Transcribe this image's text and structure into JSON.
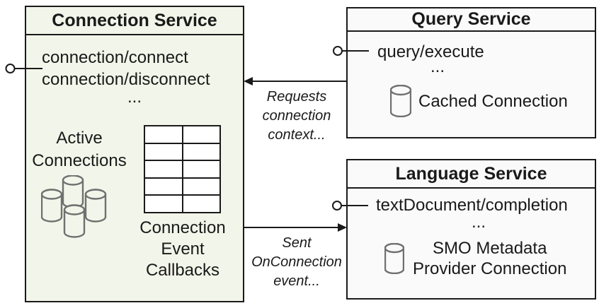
{
  "colors": {
    "border": "#1a1a1a",
    "connection_box_fill": "#f2f5e9",
    "service_box_fill": "#fafafa",
    "cylinder_stroke": "#707070",
    "text": "#1a1a1a"
  },
  "connection_service": {
    "title": "Connection Service",
    "methods": [
      "connection/connect",
      "connection/disconnect",
      "..."
    ],
    "active_connections": [
      "Active",
      "Connections"
    ],
    "callbacks": [
      "Connection",
      "Event",
      "Callbacks"
    ]
  },
  "query_service": {
    "title": "Query Service",
    "method": "query/execute",
    "ellipsis": "...",
    "cached_connection": "Cached Connection"
  },
  "language_service": {
    "title": "Language Service",
    "method": "textDocument/completion",
    "ellipsis": "...",
    "provider_connection": [
      "SMO Metadata",
      "Provider Connection"
    ]
  },
  "arrows": {
    "requests_connection_context": [
      "Requests",
      "connection",
      "context..."
    ],
    "sent_onconnection_event": [
      "Sent",
      "OnConnection",
      "event..."
    ]
  }
}
